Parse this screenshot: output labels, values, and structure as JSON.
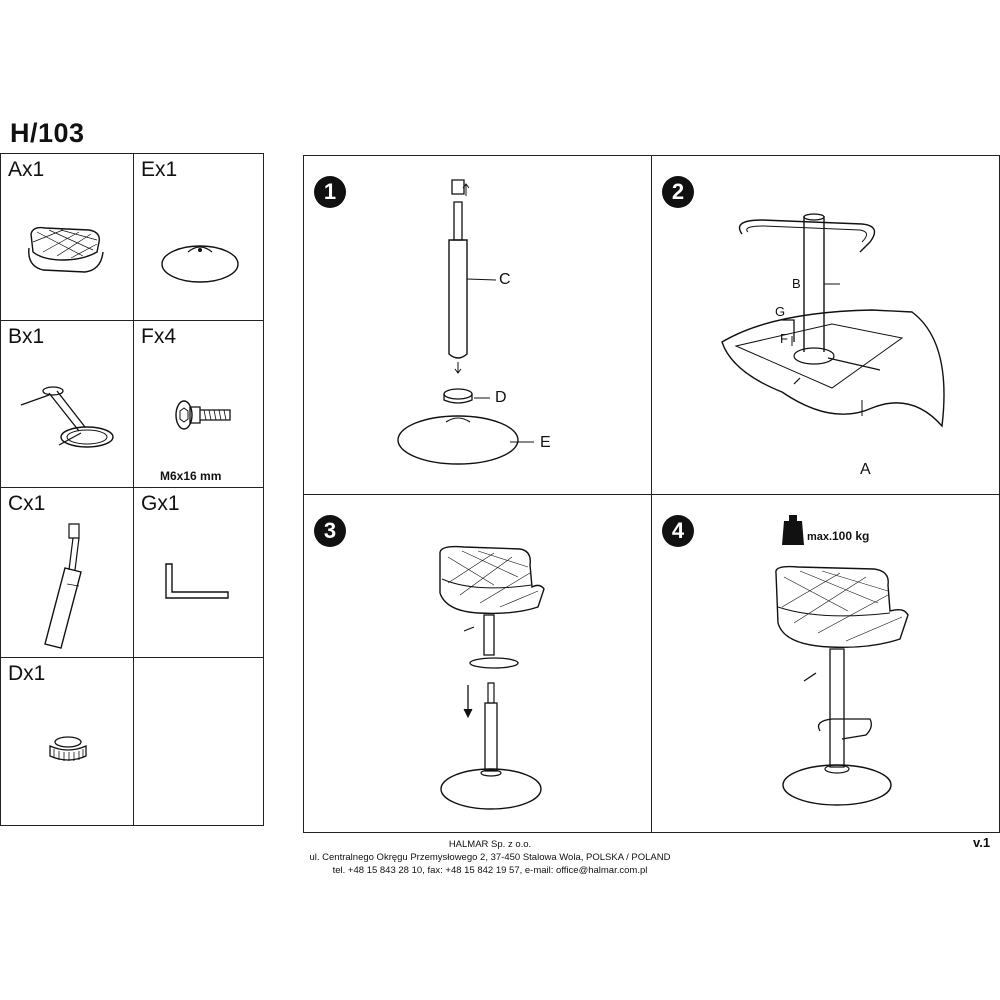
{
  "document": {
    "code": "H/103",
    "version": "v.1"
  },
  "parts": [
    {
      "label": "Ax1"
    },
    {
      "label": "Ex1"
    },
    {
      "label": "Bx1"
    },
    {
      "label": "Fx4",
      "note": "M6x16 mm"
    },
    {
      "label": "Cx1"
    },
    {
      "label": "Gx1"
    },
    {
      "label": "Dx1"
    },
    {
      "label": ""
    }
  ],
  "steps": [
    {
      "number": "1",
      "callouts": {
        "c": "C",
        "d": "D",
        "e": "E"
      }
    },
    {
      "number": "2",
      "callouts": {
        "b": "B",
        "g": "G",
        "f": "F",
        "a": "A"
      }
    },
    {
      "number": "3"
    },
    {
      "number": "4",
      "max_load_prefix": "max.",
      "max_load_value": "100 kg"
    }
  ],
  "footer": {
    "company": "HALMAR Sp. z o.o.",
    "address": "ul. Centralnego Okręgu Przemysłowego 2, 37-450 Stalowa Wola, POLSKA / POLAND",
    "contact": "tel. +48 15 843 28 10, fax: +48 15 842 19 57, e-mail: office@halmar.com.pl"
  }
}
